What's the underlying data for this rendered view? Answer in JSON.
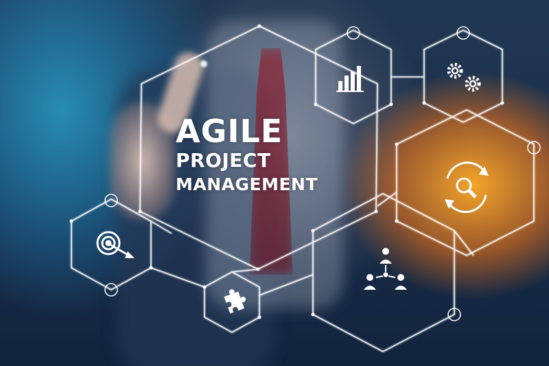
{
  "headline": {
    "line1": "AGILE",
    "line2": "PROJECT",
    "line3": "MANAGEMENT"
  },
  "colors": {
    "accent_orange": "#ff9a1f",
    "accent_teal": "#2e9ac0",
    "line_white": "#ffffff"
  },
  "icons": [
    "bar-chart-icon",
    "gears-icon",
    "search-refresh-icon",
    "target-icon",
    "puzzle-icon",
    "team-network-icon"
  ]
}
